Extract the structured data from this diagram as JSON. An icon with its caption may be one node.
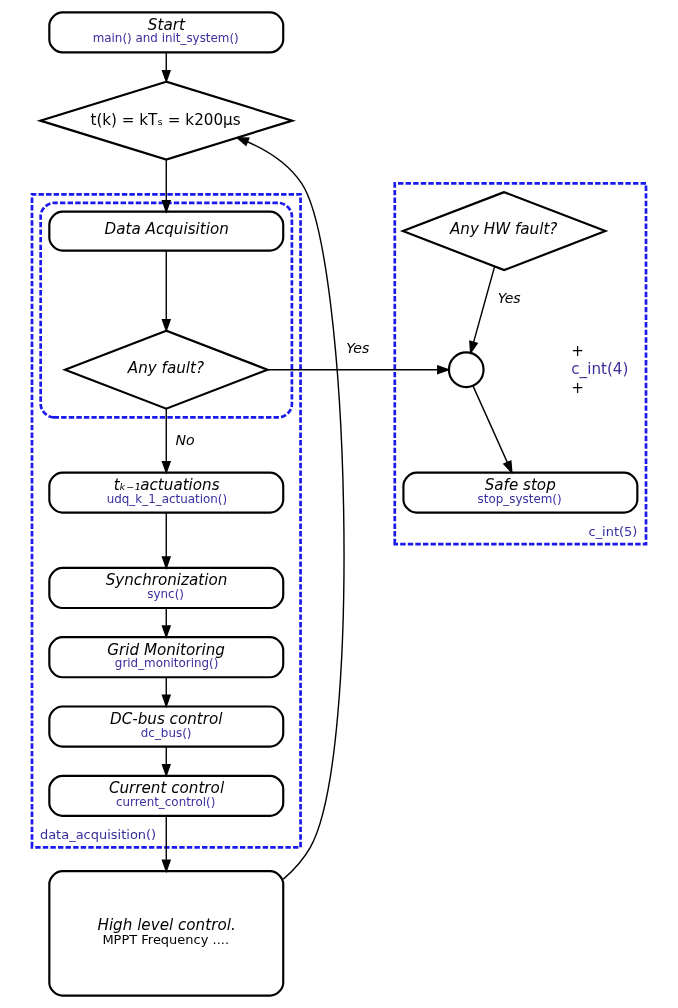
{
  "diagram": {
    "nodes": [
      {
        "text": [
          "Start",
          "main() and init_system()"
        ]
      },
      {
        "text": [
          "t(k) = kTₛ = k200μs"
        ]
      },
      {
        "text": [
          "data_acquisition()"
        ]
      },
      {
        "text": [],
        "shape": "box",
        "in": 2
      },
      {
        "text": [
          "Data Acquisition"
        ],
        "in": 3
      },
      {
        "text": [
          "Any fault?"
        ],
        "in": 3
      },
      {
        "text": [
          "c_int(5)"
        ]
      },
      {
        "text": [
          "Any HW fault?"
        ],
        "in": 6
      },
      {
        "text": [],
        "shape": "circle",
        "in": 6,
        "beside": [
          "+",
          "c_int(4)",
          "+"
        ]
      },
      {
        "text": [
          "Safe stop",
          "stop_system()"
        ],
        "in": 6
      },
      {
        "text": [
          "tₖ₋₁actuations",
          "udq_k_1_actuation()"
        ],
        "in": 2
      },
      {
        "text": [
          "Synchronization",
          "sync()"
        ],
        "in": 2
      },
      {
        "text": [
          "Grid Monitoring",
          "grid_monitoring()"
        ],
        "in": 2
      },
      {
        "text": [
          "DC-bus control",
          "dc_bus()"
        ],
        "in": 2
      },
      {
        "text": [
          "Current control",
          "current_control()"
        ],
        "in": 2
      },
      {
        "text": [
          "High level control.",
          "MPPT Frequency ...."
        ]
      }
    ],
    "edges": [
      {
        "from": 0,
        "to": 1,
        "arrow": "to"
      },
      {
        "from": 1,
        "to": 4,
        "arrow": "to"
      },
      {
        "from": 4,
        "to": 5,
        "arrow": "to"
      },
      {
        "from": 5,
        "to": 8,
        "arrow": "to",
        "label": "Yes"
      },
      {
        "from": 7,
        "to": 8,
        "arrow": "to",
        "label": "Yes"
      },
      {
        "from": 8,
        "to": 9,
        "arrow": "to"
      },
      {
        "from": 5,
        "to": 10,
        "arrow": "to",
        "label": "No"
      },
      {
        "from": 10,
        "to": 11,
        "arrow": "to"
      },
      {
        "from": 11,
        "to": 12,
        "arrow": "to"
      },
      {
        "from": 12,
        "to": 13,
        "arrow": "to"
      },
      {
        "from": 13,
        "to": 14,
        "arrow": "to"
      },
      {
        "from": 14,
        "to": 15,
        "arrow": "to"
      },
      {
        "from": 15,
        "to": 1,
        "arrow": "to"
      }
    ]
  }
}
